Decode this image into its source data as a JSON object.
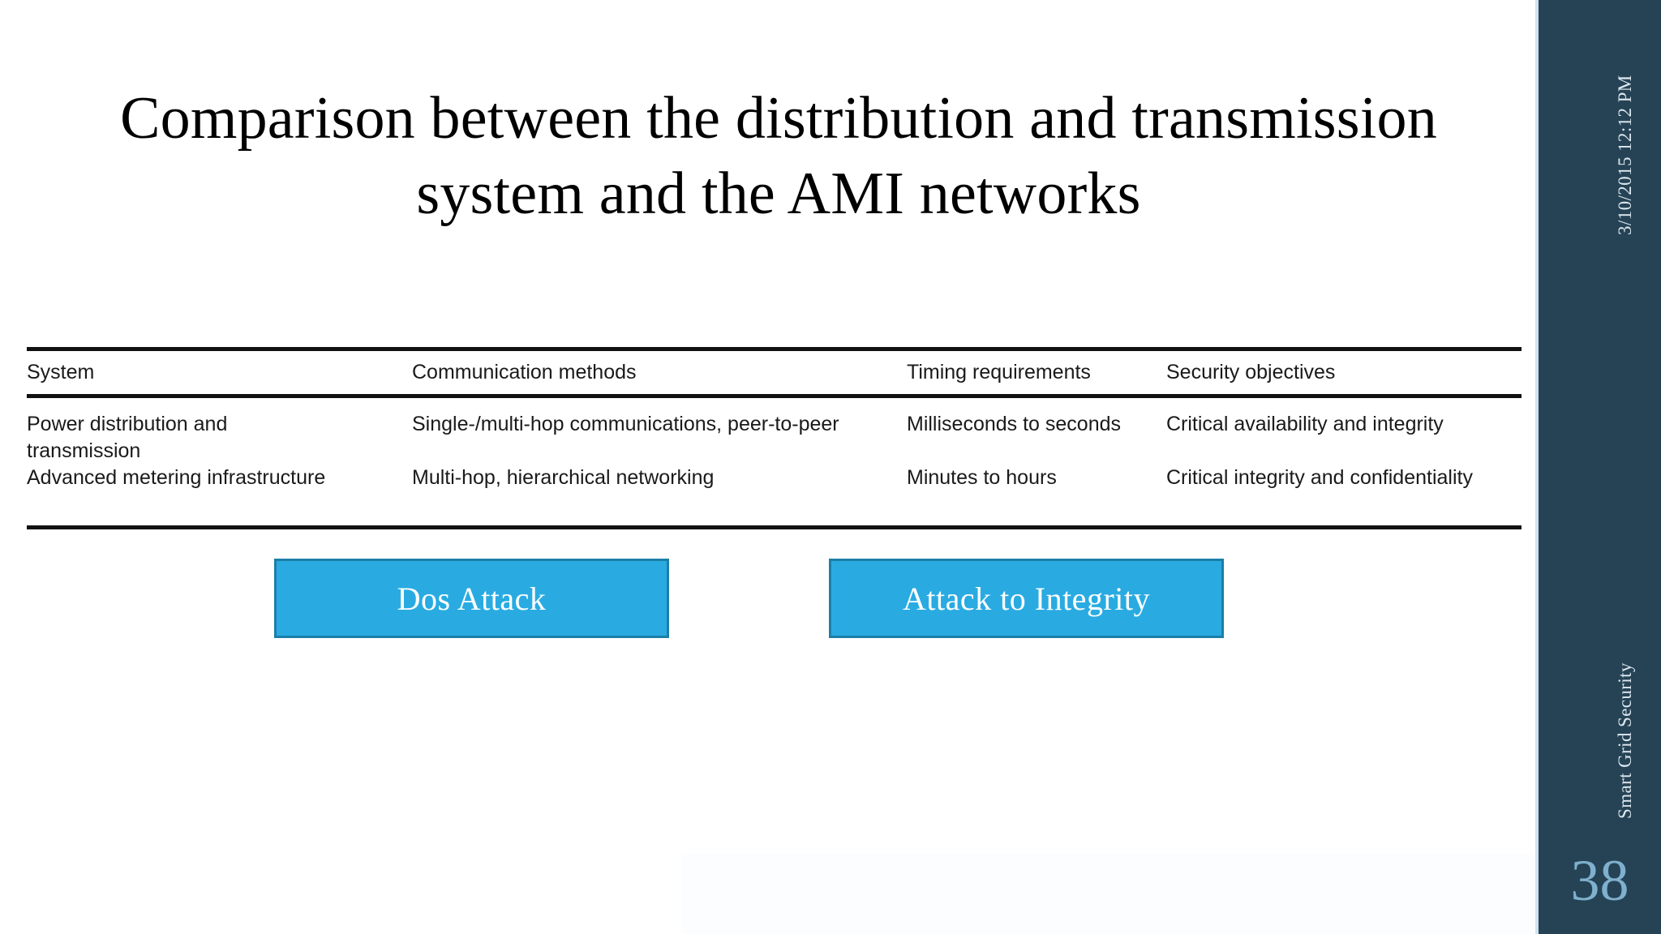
{
  "slide": {
    "title": "Comparison between the distribution and transmission system and the AMI networks",
    "number": "38"
  },
  "sidebar": {
    "date": "3/10/2015 12:12 PM",
    "footer": "Smart Grid Security",
    "background_color": "#264356",
    "rule_color": "#cfe2ef",
    "number_color": "#7fb0cd"
  },
  "table": {
    "headers": [
      "System",
      "Communication methods",
      "Timing requirements",
      "Security objectives"
    ],
    "rows": [
      {
        "system_line1": "Power distribution and",
        "system_line2": "transmission",
        "communication_methods": "Single-/multi-hop communications, peer-to-peer",
        "timing_requirements": "Milliseconds to seconds",
        "security_objectives": "Critical availability and integrity"
      },
      {
        "system_line1": "Advanced metering infrastructure",
        "system_line2": "",
        "communication_methods": "Multi-hop, hierarchical networking",
        "timing_requirements": "Minutes to hours",
        "security_objectives": "Critical integrity and confidentiality"
      }
    ],
    "rule_color": "#111111"
  },
  "callouts": [
    {
      "label": "Dos Attack",
      "fill": "#29abe2",
      "border": "#1b7fa8",
      "text_color": "#ffffff"
    },
    {
      "label": "Attack to Integrity",
      "fill": "#29abe2",
      "border": "#1b7fa8",
      "text_color": "#ffffff"
    }
  ]
}
